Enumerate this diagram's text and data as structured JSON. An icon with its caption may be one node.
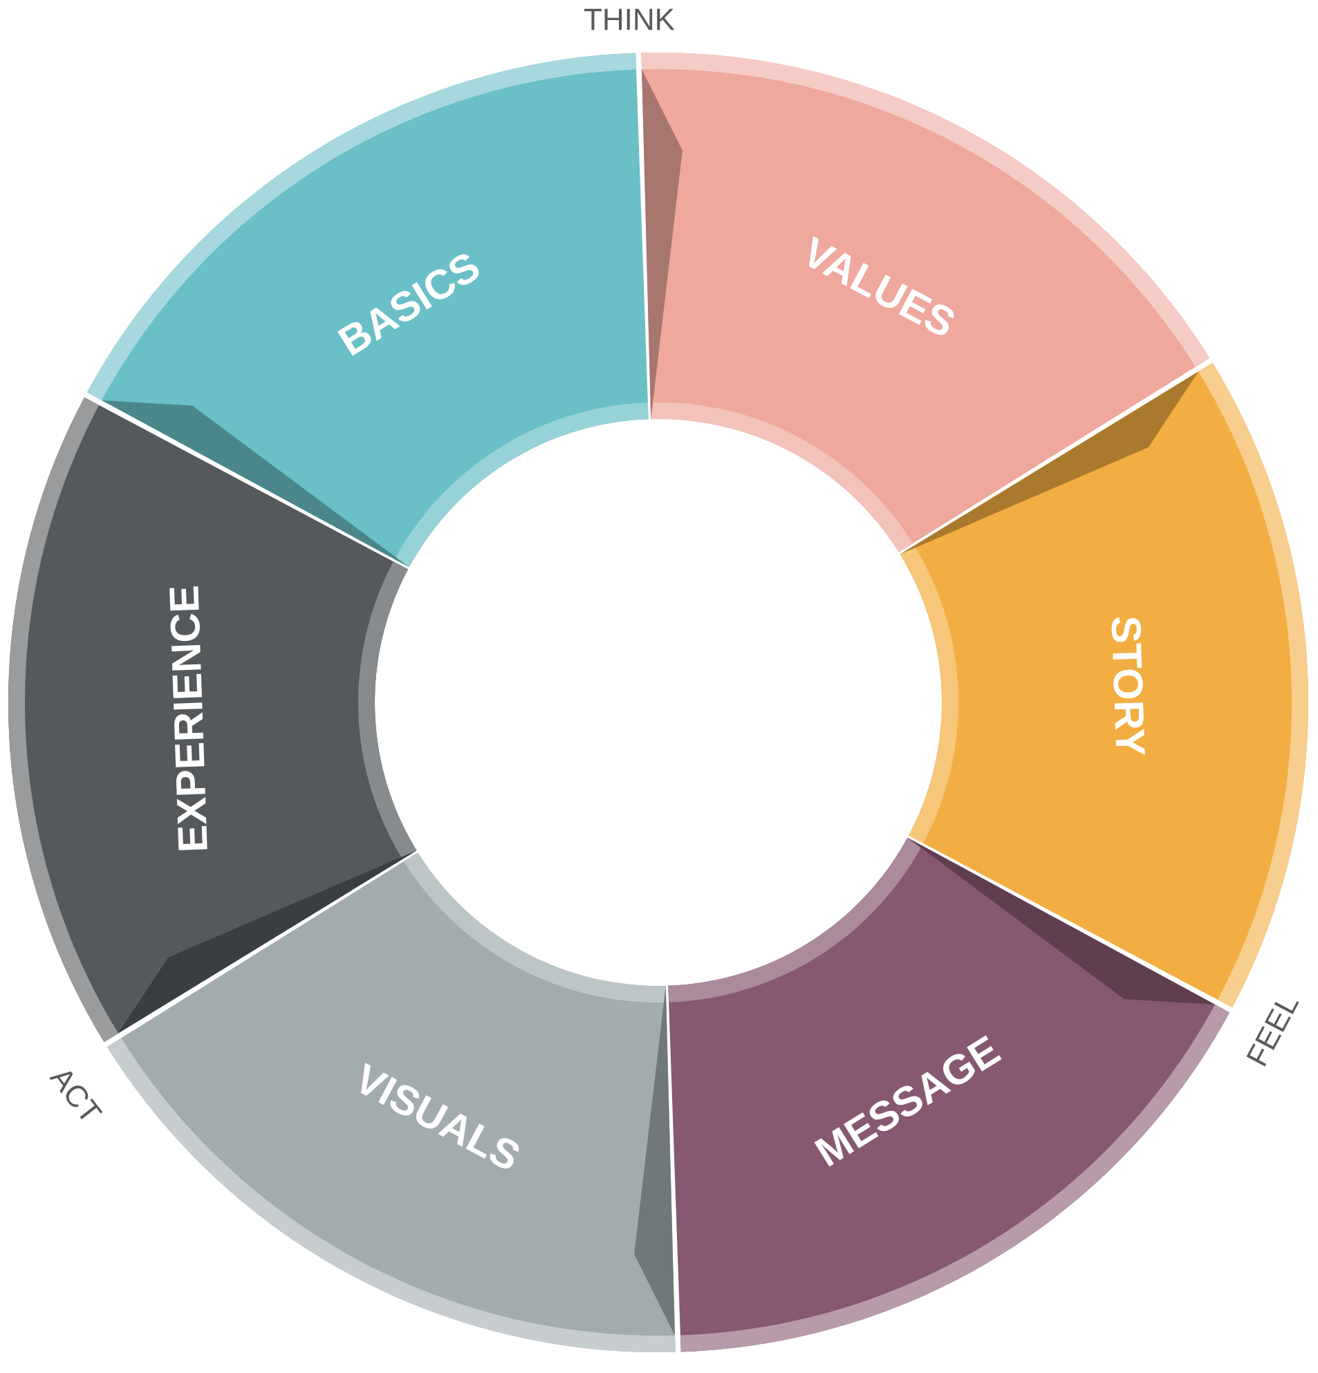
{
  "diagram": {
    "nodes": [
      {
        "text": [
          "VALUES"
        ]
      },
      {
        "text": [
          "STORY"
        ]
      },
      {
        "text": [
          "MESSAGE"
        ]
      },
      {
        "text": [
          "VISUALS"
        ]
      },
      {
        "text": [
          "EXPERIENCE"
        ]
      },
      {
        "text": [
          "BASICS"
        ]
      }
    ],
    "labels": [
      "THINK",
      "FEEL",
      "ACT"
    ]
  }
}
